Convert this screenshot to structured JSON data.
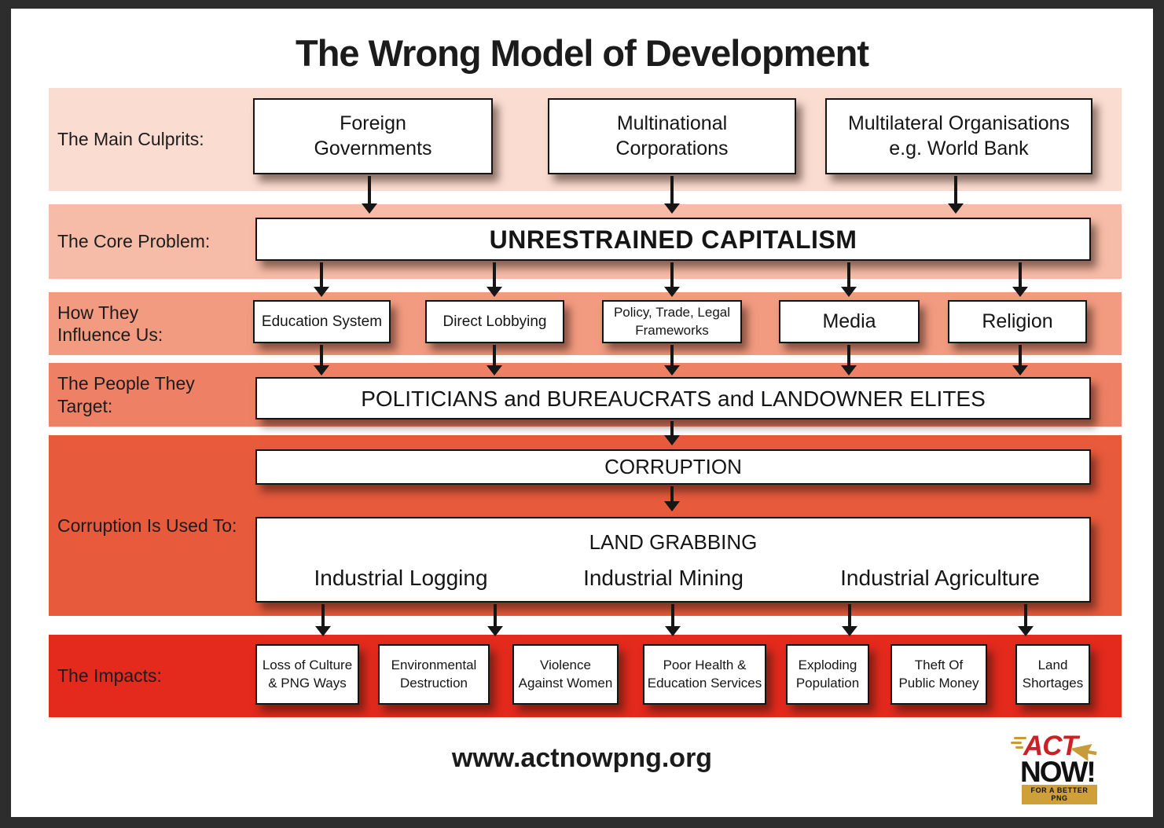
{
  "title": "The Wrong Model of Development",
  "rows": {
    "culprits": {
      "label": "The Main Culprits:",
      "boxes": [
        "Foreign\nGovernments",
        "Multinational\nCorporations",
        "Multilateral Organisations\ne.g. World Bank"
      ]
    },
    "core": {
      "label": "The Core Problem:",
      "box": "UNRESTRAINED CAPITALISM"
    },
    "influence": {
      "label": "How They\nInfluence Us:",
      "boxes": [
        "Education System",
        "Direct Lobbying",
        "Policy, Trade, Legal\nFrameworks",
        "Media",
        "Religion"
      ]
    },
    "targets": {
      "label": "The People They\nTarget:",
      "box": "POLITICIANS and BUREAUCRATS and LANDOWNER ELITES"
    },
    "corruption": {
      "label": "Corruption Is Used To:",
      "corruption_box": "CORRUPTION",
      "land_grabbing": {
        "title": "LAND GRABBING",
        "items": [
          "Industrial Logging",
          "Industrial Mining",
          "Industrial Agriculture"
        ]
      }
    },
    "impacts": {
      "label": "The Impacts:",
      "boxes": [
        "Loss of Culture\n& PNG Ways",
        "Environmental\nDestruction",
        "Violence\nAgainst Women",
        "Poor Health &\nEducation Services",
        "Exploding\nPopulation",
        "Theft Of\nPublic Money",
        "Land\nShortages"
      ]
    }
  },
  "footer": {
    "website": "www.actnowpng.org",
    "logo": {
      "act": "ACT",
      "now": "NOW!",
      "tagline": "FOR A BETTER PNG"
    }
  },
  "colors": {
    "band_culprits": "#fadcd0",
    "band_core": "#f6bca7",
    "band_influence": "#f29b80",
    "band_targets": "#ee8165",
    "band_corruption": "#e75a3c",
    "band_impacts": "#e32a1c",
    "logo_red": "#cc2027",
    "logo_gold": "#cfa03a",
    "frame": "#2d2d2d"
  }
}
